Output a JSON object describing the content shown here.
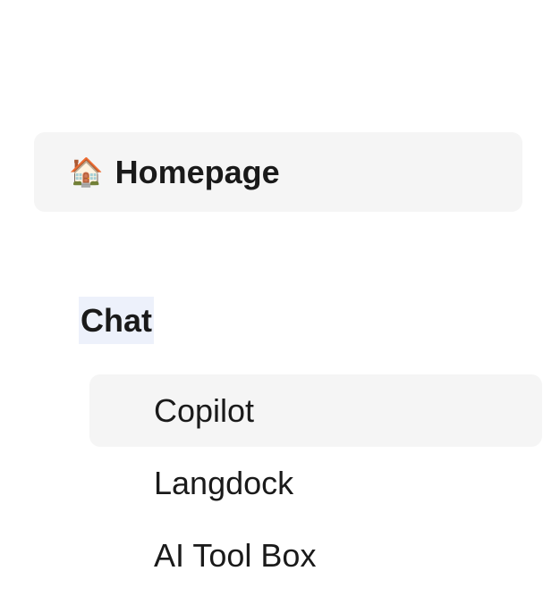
{
  "page": {
    "background": "#ffffff",
    "text_color": "#1a1a1a"
  },
  "homepage_link": {
    "icon": "🏠",
    "label": "Homepage",
    "background": "#f5f5f5"
  },
  "section_heading": {
    "label": "Chat",
    "highlight_color": "#edf1fb"
  },
  "nav_list": {
    "highlight_background": "#f5f5f5",
    "items": [
      {
        "label": "Copilot",
        "highlighted": true
      },
      {
        "label": "Langdock",
        "highlighted": false
      },
      {
        "label": "AI Tool Box",
        "highlighted": false
      }
    ]
  }
}
